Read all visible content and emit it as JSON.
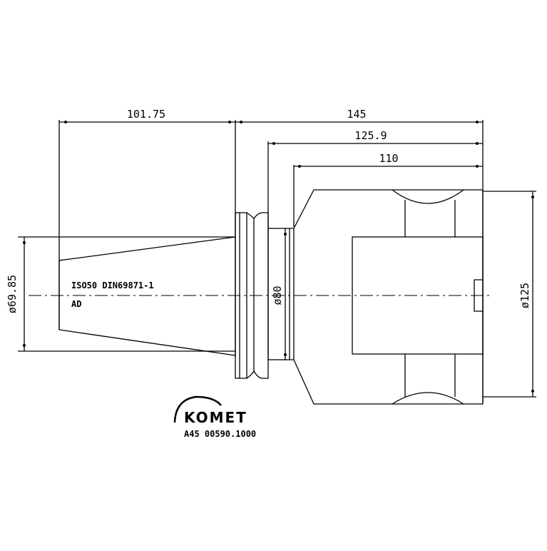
{
  "dimensions": {
    "overall_taper_length": "101.75",
    "total_length": "145",
    "length_from_flange": "125.9",
    "body_length": "110",
    "taper_diameter": "ø69.85",
    "body_diameter": "ø125",
    "collar_diameter": "ø80"
  },
  "labels": {
    "standard": "ISO50 DIN69871-1",
    "form": "AD",
    "brand": "KOMET",
    "part_number": "A45 00590.1000"
  },
  "colors": {
    "line": "#000000",
    "background": "#ffffff"
  }
}
